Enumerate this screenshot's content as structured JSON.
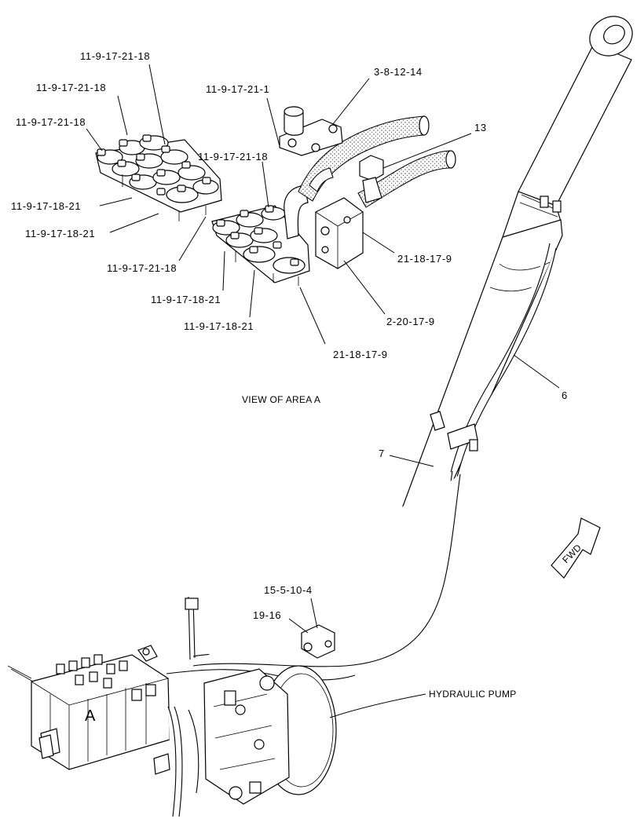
{
  "diagram": {
    "callouts": {
      "c1": "11-9-17-21-18",
      "c2": "11-9-17-21-18",
      "c3": "11-9-17-21-18",
      "c4": "11-9-17-18-21",
      "c5": "11-9-17-18-21",
      "c6": "11-9-17-21-18",
      "c7": "11-9-17-21-1",
      "c8": "11-9-17-21-18",
      "c9": "3-8-12-14",
      "c10": "13",
      "c11": "21-18-17-9",
      "c12": "2-20-17-9",
      "c13": "21-18-17-9",
      "c14": "11-9-17-18-21",
      "c15": "11-9-17-18-21",
      "c16": "6",
      "c17": "7",
      "c18": "15-5-10-4",
      "c19": "19-16",
      "c20": "HYDRAULIC PUMP"
    },
    "view_caption": "VIEW OF AREA  A",
    "fwd_label": "FWD",
    "area_marker": "A"
  }
}
